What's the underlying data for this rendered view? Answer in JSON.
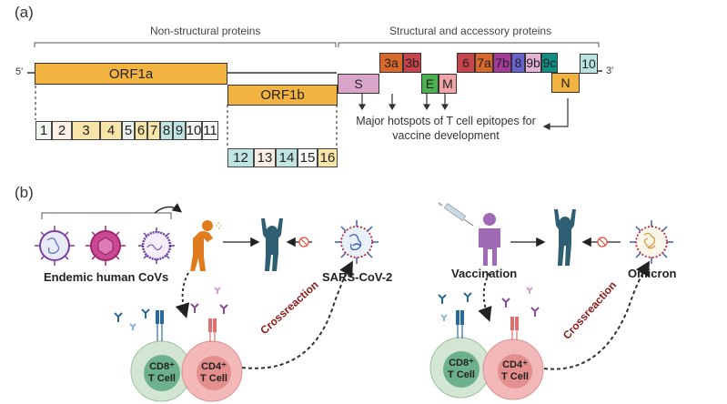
{
  "panel_a": {
    "label": "(a)",
    "nonstructural_label": "Non-structural proteins",
    "structural_label": "Structural and accessory proteins",
    "five_prime": "5'",
    "three_prime": "3'",
    "orf1a": "ORF1a",
    "orf1b": "ORF1b",
    "structural_genes": [
      {
        "label": "S",
        "color": "#d9a6c9"
      },
      {
        "label": "3a",
        "color": "#d9682b"
      },
      {
        "label": "3b",
        "color": "#c9434a"
      },
      {
        "label": "E",
        "color": "#4caf50"
      },
      {
        "label": "M",
        "color": "#f0a5a8"
      },
      {
        "label": "6",
        "color": "#c9434a"
      },
      {
        "label": "7a",
        "color": "#d9682b"
      },
      {
        "label": "7b",
        "color": "#a63a9a"
      },
      {
        "label": "8",
        "color": "#6a62cc"
      },
      {
        "label": "9b",
        "color": "#e2b3d6"
      },
      {
        "label": "9c",
        "color": "#0f8f83"
      },
      {
        "label": "N",
        "color": "#f3b340"
      },
      {
        "label": "10",
        "color": "#b9e4df"
      }
    ],
    "nsp_row1": [
      {
        "label": "1",
        "color": "#f3f7f1"
      },
      {
        "label": "2",
        "color": "#fbeee4"
      },
      {
        "label": "3",
        "color": "#f6e4a8"
      },
      {
        "label": "4",
        "color": "#f6e4a8"
      },
      {
        "label": "5",
        "color": "#eaf4ee"
      },
      {
        "label": "6",
        "color": "#f6e4a8"
      },
      {
        "label": "7",
        "color": "#f6e4a8"
      },
      {
        "label": "8",
        "color": "#bfe4e1"
      },
      {
        "label": "9",
        "color": "#bfe4e1"
      },
      {
        "label": "10",
        "color": "#f3f7f1"
      },
      {
        "label": "11",
        "color": "#f7f9f8"
      }
    ],
    "nsp_row2": [
      {
        "label": "12",
        "color": "#bfe4e1"
      },
      {
        "label": "13",
        "color": "#fbeee4"
      },
      {
        "label": "14",
        "color": "#bfe4e1"
      },
      {
        "label": "15",
        "color": "#f7f9f8"
      },
      {
        "label": "16",
        "color": "#f6e4a8"
      }
    ],
    "hotspot_text_line1": "Major hotspots of T cell epitopes for",
    "hotspot_text_line2": "vaccine development",
    "colors": {
      "orf": "#f3b340"
    }
  },
  "panel_b": {
    "label": "(b)",
    "left": {
      "source_label": "Endemic human CoVs",
      "virus_label": "SARS-CoV-2",
      "cd8_line1": "CD8⁺",
      "cd8_line2": "T Cell",
      "cd4_line1": "CD4⁺",
      "cd4_line2": "T Cell",
      "crossreaction": "Crossreaction"
    },
    "right": {
      "source_label": "Vaccination",
      "virus_label": "Omicron",
      "cd8_line1": "CD8⁺",
      "cd8_line2": "T Cell",
      "cd4_line1": "CD4⁺",
      "cd4_line2": "T Cell",
      "crossreaction": "Crossreaction"
    },
    "colors": {
      "sick_person": "#e07b1f",
      "healthy_person": "#2f5f72",
      "vaccinated_person": "#a06ab4",
      "cd8_outer": "#d3e6d3",
      "cd8_inner": "#6db08c",
      "cd4_outer": "#f3b9b9",
      "cd4_inner": "#e58e8e",
      "cross_text": "#8b1a1a",
      "block": "#e74c3c"
    }
  }
}
